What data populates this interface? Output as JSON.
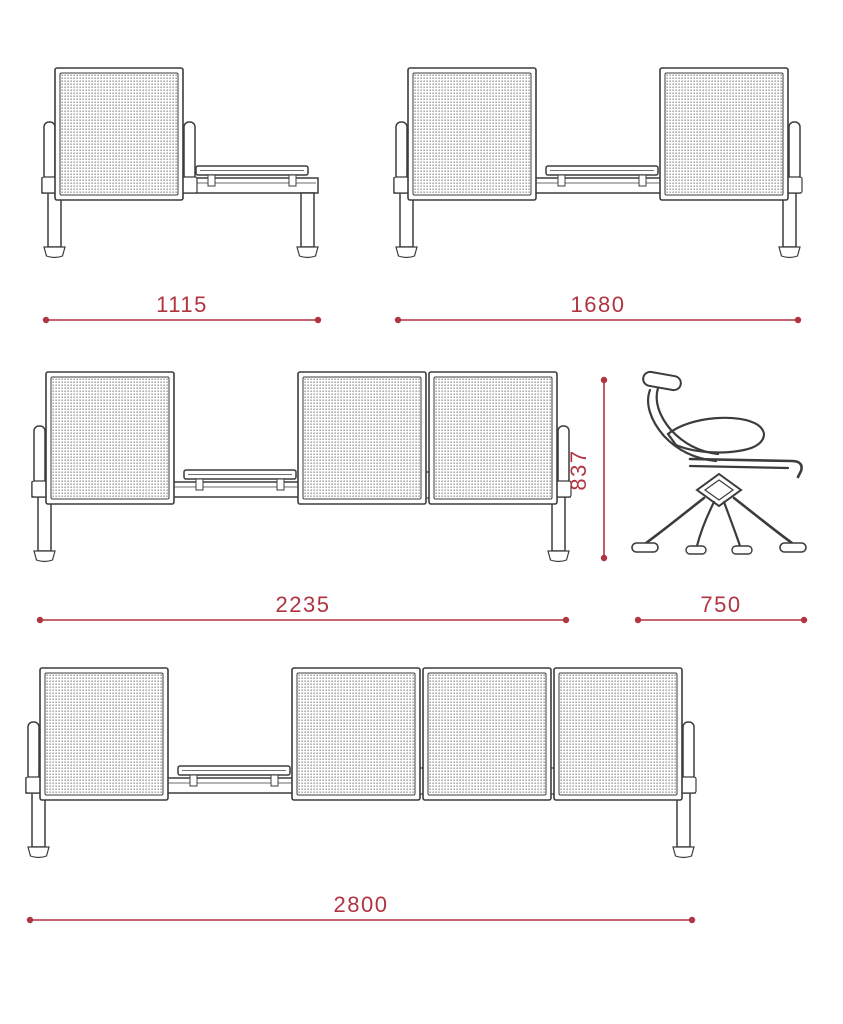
{
  "colors": {
    "dimension": "#b13441",
    "outline": "#3c3c3c",
    "background": "#ffffff"
  },
  "dims": {
    "unit1": "1115",
    "unit2": "1680",
    "unit3": "2235",
    "side_height": "837",
    "side_depth": "750",
    "unit4": "2800"
  },
  "units": [
    {
      "name": "one-seater-with-table",
      "width_label": "1115"
    },
    {
      "name": "two-seater-with-center-table",
      "width_label": "1680"
    },
    {
      "name": "three-seater-with-table",
      "width_label": "2235"
    },
    {
      "name": "chair-side-profile",
      "height_label": "837",
      "depth_label": "750"
    },
    {
      "name": "four-seater-with-table",
      "width_label": "2800"
    }
  ]
}
